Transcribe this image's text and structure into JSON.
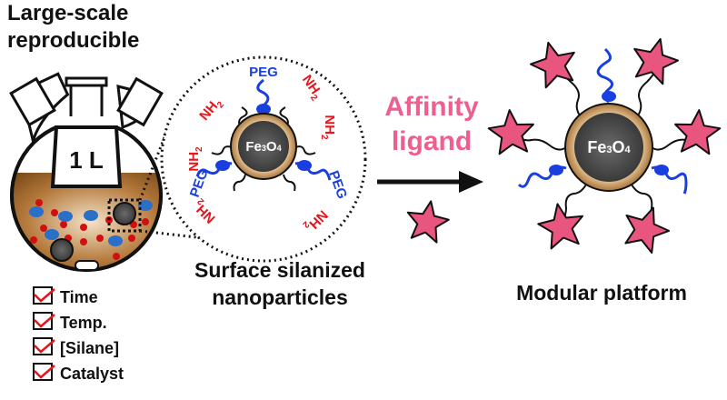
{
  "title": {
    "line1": "Large-scale",
    "line2": "reproducible"
  },
  "flask": {
    "volume_label": "1 L"
  },
  "checklist": [
    {
      "label": "Time",
      "checked": true
    },
    {
      "label": "Temp.",
      "checked": true
    },
    {
      "label": "[Silane]",
      "checked": true
    },
    {
      "label": "Catalyst",
      "checked": true
    }
  ],
  "nanoparticle": {
    "core": {
      "fe": "Fe",
      "n1": "3",
      "o": "O",
      "n2": "4"
    },
    "amine": {
      "base": "NH",
      "sub": "2"
    },
    "peg": "PEG"
  },
  "caption_left": {
    "line1": "Surface silanized",
    "line2": "nanoparticles"
  },
  "arrow_label": {
    "line1": "Affinity",
    "line2": "ligand"
  },
  "caption_right": "Modular platform",
  "colors": {
    "star": "#e8557f",
    "peg": "#1a3fe0",
    "amine": "#e8141c",
    "shell": "#c08a4a",
    "core": "#4a4a4a",
    "affinity": "#ee5f8f"
  }
}
